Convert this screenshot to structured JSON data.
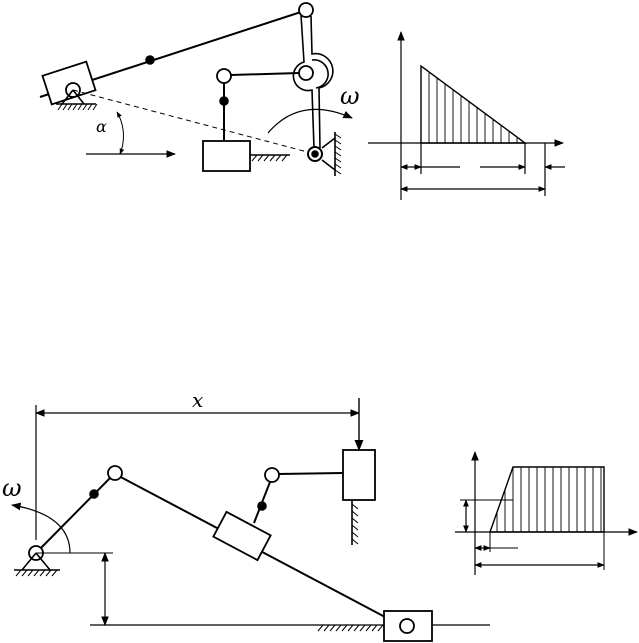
{
  "top_figure": {
    "angle_label": "α",
    "omega_label": "ω"
  },
  "bottom_figure": {
    "distance_label": "x",
    "omega_label": "ω"
  },
  "colors": {
    "ink": "#000000",
    "paper": "#ffffff"
  }
}
